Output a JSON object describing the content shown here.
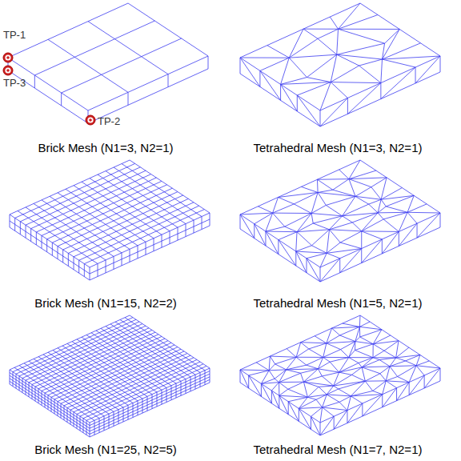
{
  "diagram": {
    "labels": [
      "TP-1",
      "TP-3",
      "TP-2",
      "Brick Mesh (N1=3, N2=1)",
      "Tetrahedral Mesh (N1=3, N2=1)",
      "Brick Mesh (N1=15, N2=2)",
      "Tetrahedral Mesh (N1=5, N2=1)",
      "Brick Mesh (N1=25, N2=5)",
      "Tetrahedral Mesh (N1=7, N2=1)"
    ]
  }
}
